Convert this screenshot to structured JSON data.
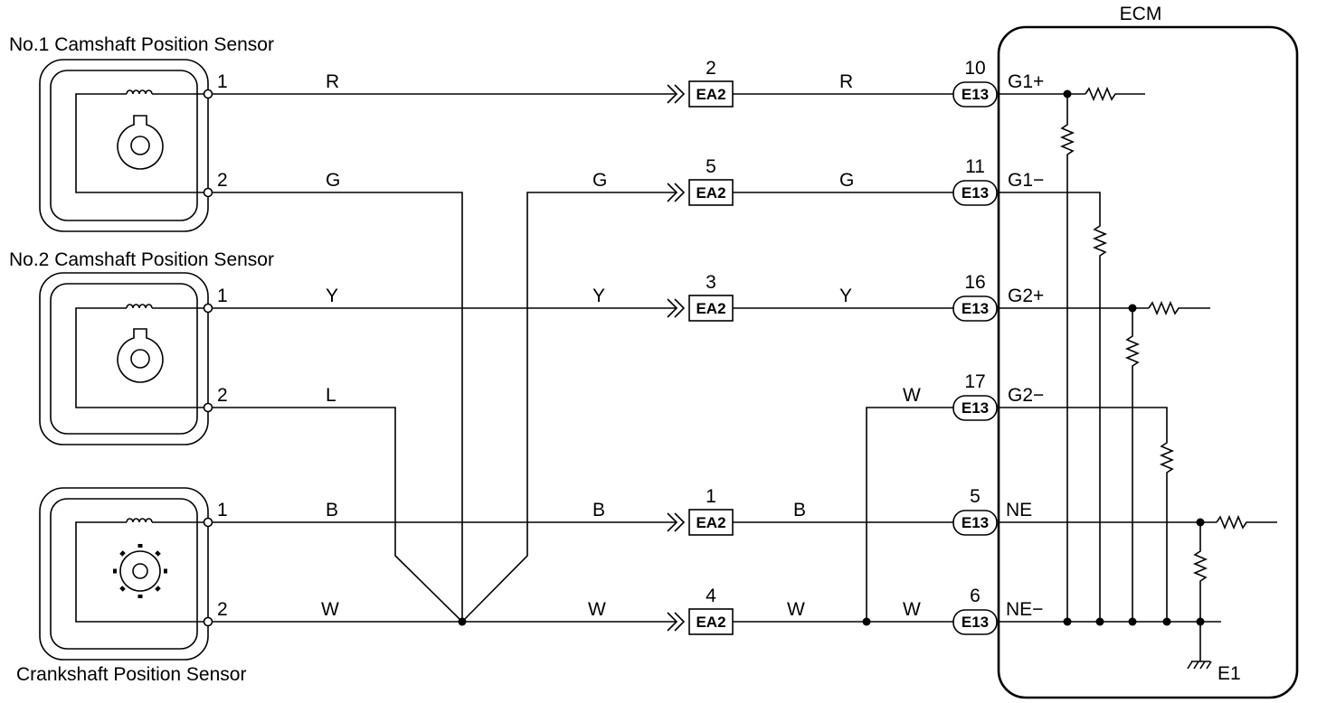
{
  "ecm": {
    "title": "ECM",
    "ground": "E1"
  },
  "sensors": {
    "cam1": {
      "title": "No.1 Camshaft Position Sensor",
      "pin1": "1",
      "pin2": "2"
    },
    "cam2": {
      "title": "No.2 Camshaft Position Sensor",
      "pin1": "1",
      "pin2": "2"
    },
    "crank": {
      "title": "Crankshaft Position Sensor",
      "pin1": "1",
      "pin2": "2"
    }
  },
  "wire_colors_left": {
    "cam1_p1": "R",
    "cam1_p2": "G",
    "cam2_p1": "Y",
    "cam2_p2": "L",
    "crank_p1": "B",
    "crank_p2": "W"
  },
  "connectors": [
    {
      "id": "row1",
      "ea_pin": "2",
      "ea_label": "EA2",
      "pre_color": "",
      "post_color": "R",
      "e_pin": "10",
      "e_label": "E13",
      "signal": "G1+"
    },
    {
      "id": "row2",
      "ea_pin": "5",
      "ea_label": "EA2",
      "pre_color": "G",
      "post_color": "G",
      "e_pin": "11",
      "e_label": "E13",
      "signal": "G1−"
    },
    {
      "id": "row3",
      "ea_pin": "3",
      "ea_label": "EA2",
      "pre_color": "Y",
      "post_color": "Y",
      "e_pin": "16",
      "e_label": "E13",
      "signal": "G2+"
    },
    {
      "id": "row4",
      "ea_pin": "",
      "ea_label": "",
      "pre_color": "",
      "post_color": "W",
      "e_pin": "17",
      "e_label": "E13",
      "signal": "G2−"
    },
    {
      "id": "row5",
      "ea_pin": "1",
      "ea_label": "EA2",
      "pre_color": "B",
      "post_color": "B",
      "e_pin": "5",
      "e_label": "E13",
      "signal": "NE"
    },
    {
      "id": "row6",
      "ea_pin": "4",
      "ea_label": "EA2",
      "pre_color": "W",
      "post_color": "W",
      "post_color2": "W",
      "e_pin": "6",
      "e_label": "E13",
      "signal": "NE−"
    }
  ]
}
